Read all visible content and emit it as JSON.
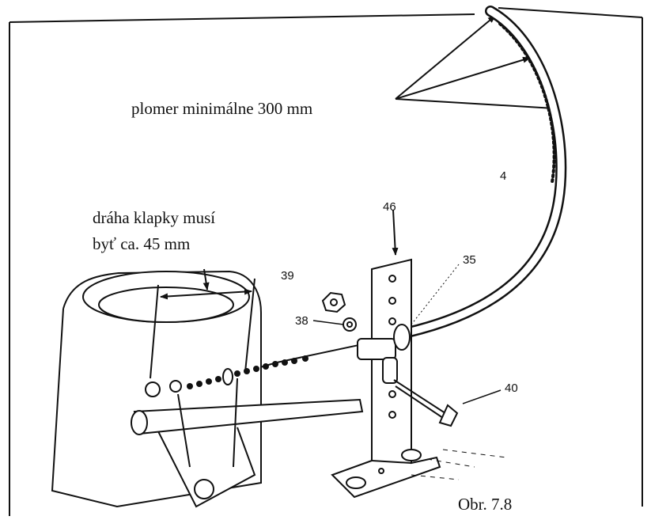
{
  "diagram": {
    "radius_note": "plomer minimálne 300 mm",
    "travel_note_line1": "dráha klapky musí",
    "travel_note_line2": "byť ca. 45 mm",
    "part_numbers": {
      "cable": "4",
      "bracket": "46",
      "cable_clamp": "35",
      "nut": "39",
      "washer": "38",
      "bolt": "40"
    },
    "figure_label": "Obr. 7.8"
  },
  "colors": {
    "ink": "#111111",
    "paper": "#ffffff"
  }
}
